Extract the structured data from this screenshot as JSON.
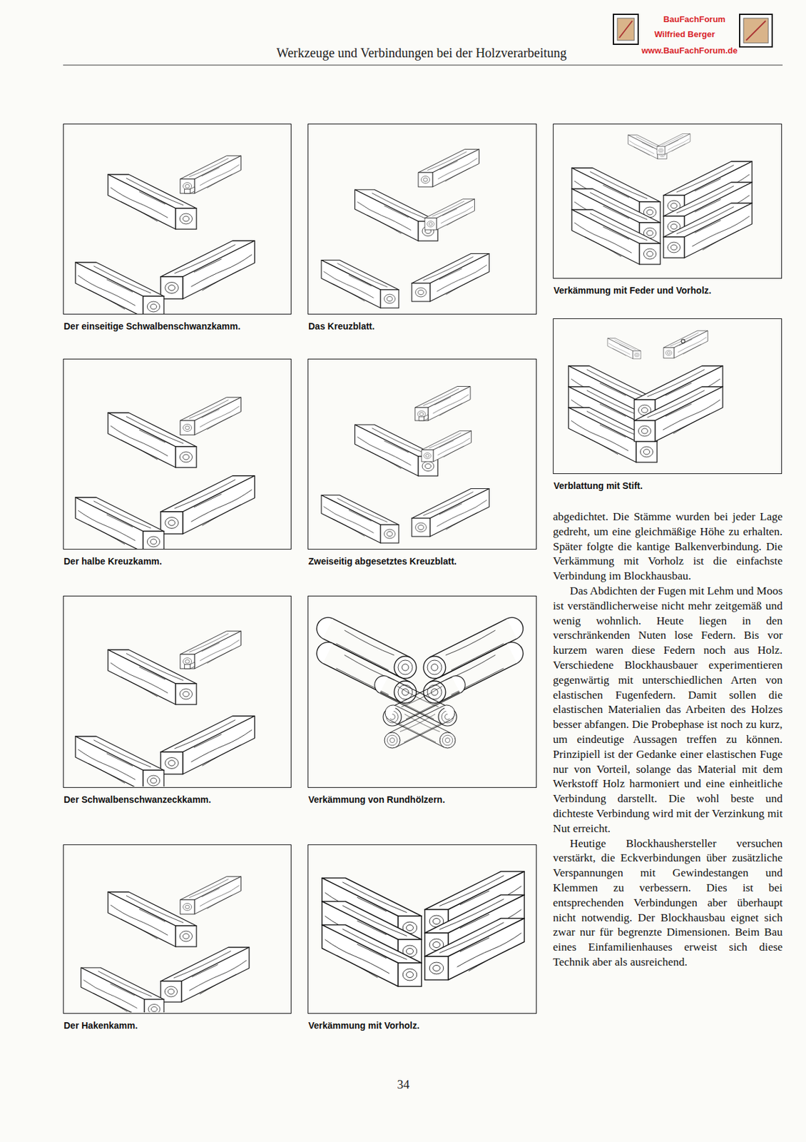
{
  "diagram": {
    "title": "Werkzeuge und Verbindungen bei der Holzverarbeitung",
    "nodes": [
      {
        "text": [
          "Der einseitige Schwalbenschwanzkamm."
        ]
      },
      {
        "text": [
          "Das Kreuzblatt."
        ]
      },
      {
        "text": [
          "Verkämmung mit Feder und Vorholz."
        ]
      },
      {
        "text": [
          "Verblattung mit Stift."
        ]
      },
      {
        "text": [
          "Der halbe Kreuzkamm."
        ]
      },
      {
        "text": [
          "Zweiseitig abgesetztes Kreuzblatt."
        ]
      },
      {
        "text": [
          "Der Schwalbenschwanzeckkamm."
        ]
      },
      {
        "text": [
          "Verkämmung von Rundhölzern."
        ]
      },
      {
        "text": [
          "Der Hakenkamm."
        ]
      },
      {
        "text": [
          "Verkämmung mit Vorholz."
        ]
      }
    ],
    "labels": [
      "BauFachForum",
      "Wilfried Berger",
      "www.BauFachForum.de",
      "abgedichtet. Die Stämme wurden bei jeder Lage gedreht, um eine gleichmäßige Höhe zu erhalten. Später folgte die kantige Balkenverbindung. Die Verkämmung mit Vorholz ist die einfachste Verbindung im Blockhausbau.",
      "Das Abdichten der Fugen mit Lehm und Moos ist verständlicherweise nicht mehr zeitgemäß und wenig wohnlich. Heute liegen in den verschränkenden Nuten lose Federn. Bis vor kurzem waren diese Federn noch aus Holz. Verschiedene Blockhausbauer experimentieren gegenwärtig mit unterschiedlichen Arten von elastischen Fugenfedern. Damit sollen die elastischen Materialien das Arbeiten des Holzes besser abfangen. Die Probephase ist noch zu kurz, um eindeutige Aussagen treffen zu können. Prinzipiell ist der Gedanke einer elastischen Fuge nur von Vorteil, solange das Material mit dem Werkstoff Holz harmoniert und eine einheitliche Verbindung darstellt. Die wohl beste und dichteste Verbindung wird mit der Verzinkung mit Nut erreicht.",
      "Heutige Blockhaushersteller versuchen verstärkt, die Eckverbindungen über zusätzliche Verspannungen mit Gewindestangen und Klemmen zu verbessern. Dies ist bei entsprechenden Verbindungen aber überhaupt nicht notwendig. Der Blockhausbau eignet sich zwar nur für begrenzte Dimensionen. Beim Bau eines Einfamilienhauses erweist sich diese Technik aber als ausreichend.",
      "34"
    ]
  }
}
